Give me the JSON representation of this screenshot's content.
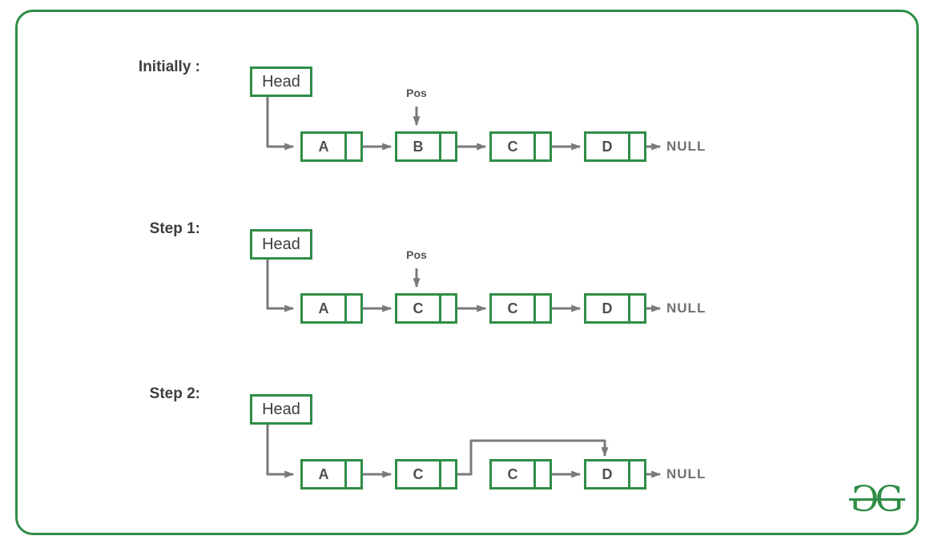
{
  "colors": {
    "green": "#2f8d46",
    "arrow": "#7a7a7a",
    "label_text": "#3d3d3d",
    "node_text": "#4f4f4f",
    "null_text": "#717171"
  },
  "logo": {
    "alt": "GeeksforGeeks logo",
    "left_glyph": "G",
    "right_glyph": "G"
  },
  "rows": [
    {
      "id": "initially",
      "label": "Initially :",
      "head_label": "Head",
      "pos": {
        "label": "Pos",
        "points_to_node": 1
      },
      "nodes": [
        {
          "value": "A"
        },
        {
          "value": "B"
        },
        {
          "value": "C"
        },
        {
          "value": "D"
        }
      ],
      "links": [
        [
          0,
          1
        ],
        [
          1,
          2
        ],
        [
          2,
          3
        ]
      ],
      "skip_link": null,
      "tail": {
        "from_node": 3,
        "label": "NULL"
      }
    },
    {
      "id": "step-1",
      "label": "Step 1:",
      "head_label": "Head",
      "pos": {
        "label": "Pos",
        "points_to_node": 1
      },
      "nodes": [
        {
          "value": "A"
        },
        {
          "value": "C"
        },
        {
          "value": "C"
        },
        {
          "value": "D"
        }
      ],
      "links": [
        [
          0,
          1
        ],
        [
          1,
          2
        ],
        [
          2,
          3
        ]
      ],
      "skip_link": null,
      "tail": {
        "from_node": 3,
        "label": "NULL"
      }
    },
    {
      "id": "step-2",
      "label": "Step 2:",
      "head_label": "Head",
      "pos": null,
      "nodes": [
        {
          "value": "A"
        },
        {
          "value": "C"
        },
        {
          "value": "C"
        },
        {
          "value": "D"
        }
      ],
      "links": [
        [
          0,
          1
        ],
        [
          2,
          3
        ]
      ],
      "skip_link": {
        "from_node": 1,
        "to_node": 3
      },
      "tail": {
        "from_node": 3,
        "label": "NULL"
      }
    }
  ]
}
